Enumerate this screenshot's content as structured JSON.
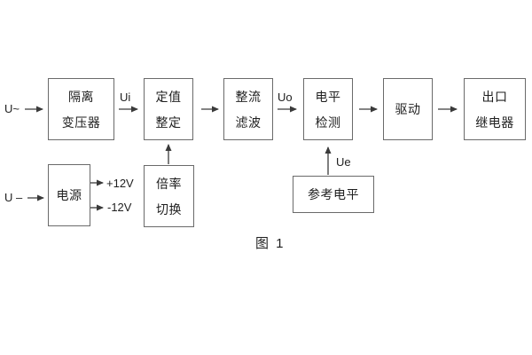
{
  "diagram": {
    "caption": "图 1",
    "boxes": {
      "isolation_transformer": {
        "line1": "隔离",
        "line2": "变压器"
      },
      "value_setting": {
        "line1": "定值",
        "line2": "整定"
      },
      "rectify_filter": {
        "line1": "整流",
        "line2": "滤波"
      },
      "level_detection": {
        "line1": "电平",
        "line2": "检测"
      },
      "drive": {
        "label": "驱动"
      },
      "output_relay": {
        "line1": "出口",
        "line2": "继电器"
      },
      "power_supply": {
        "label": "电源"
      },
      "ratio_switch": {
        "line1": "倍率",
        "line2": "切换"
      },
      "reference_level": {
        "label": "参考电平"
      }
    },
    "signal_labels": {
      "ac_input": "U~",
      "dc_input": "U –",
      "ui": "Ui",
      "uo": "Uo",
      "ue": "Ue",
      "plus_12v": "+12V",
      "minus_12v": "-12V"
    },
    "colors": {
      "background": "#ffffff",
      "box_border": "#6a6a6a",
      "line": "#3a3a3a",
      "text": "#1f1f1f"
    }
  }
}
